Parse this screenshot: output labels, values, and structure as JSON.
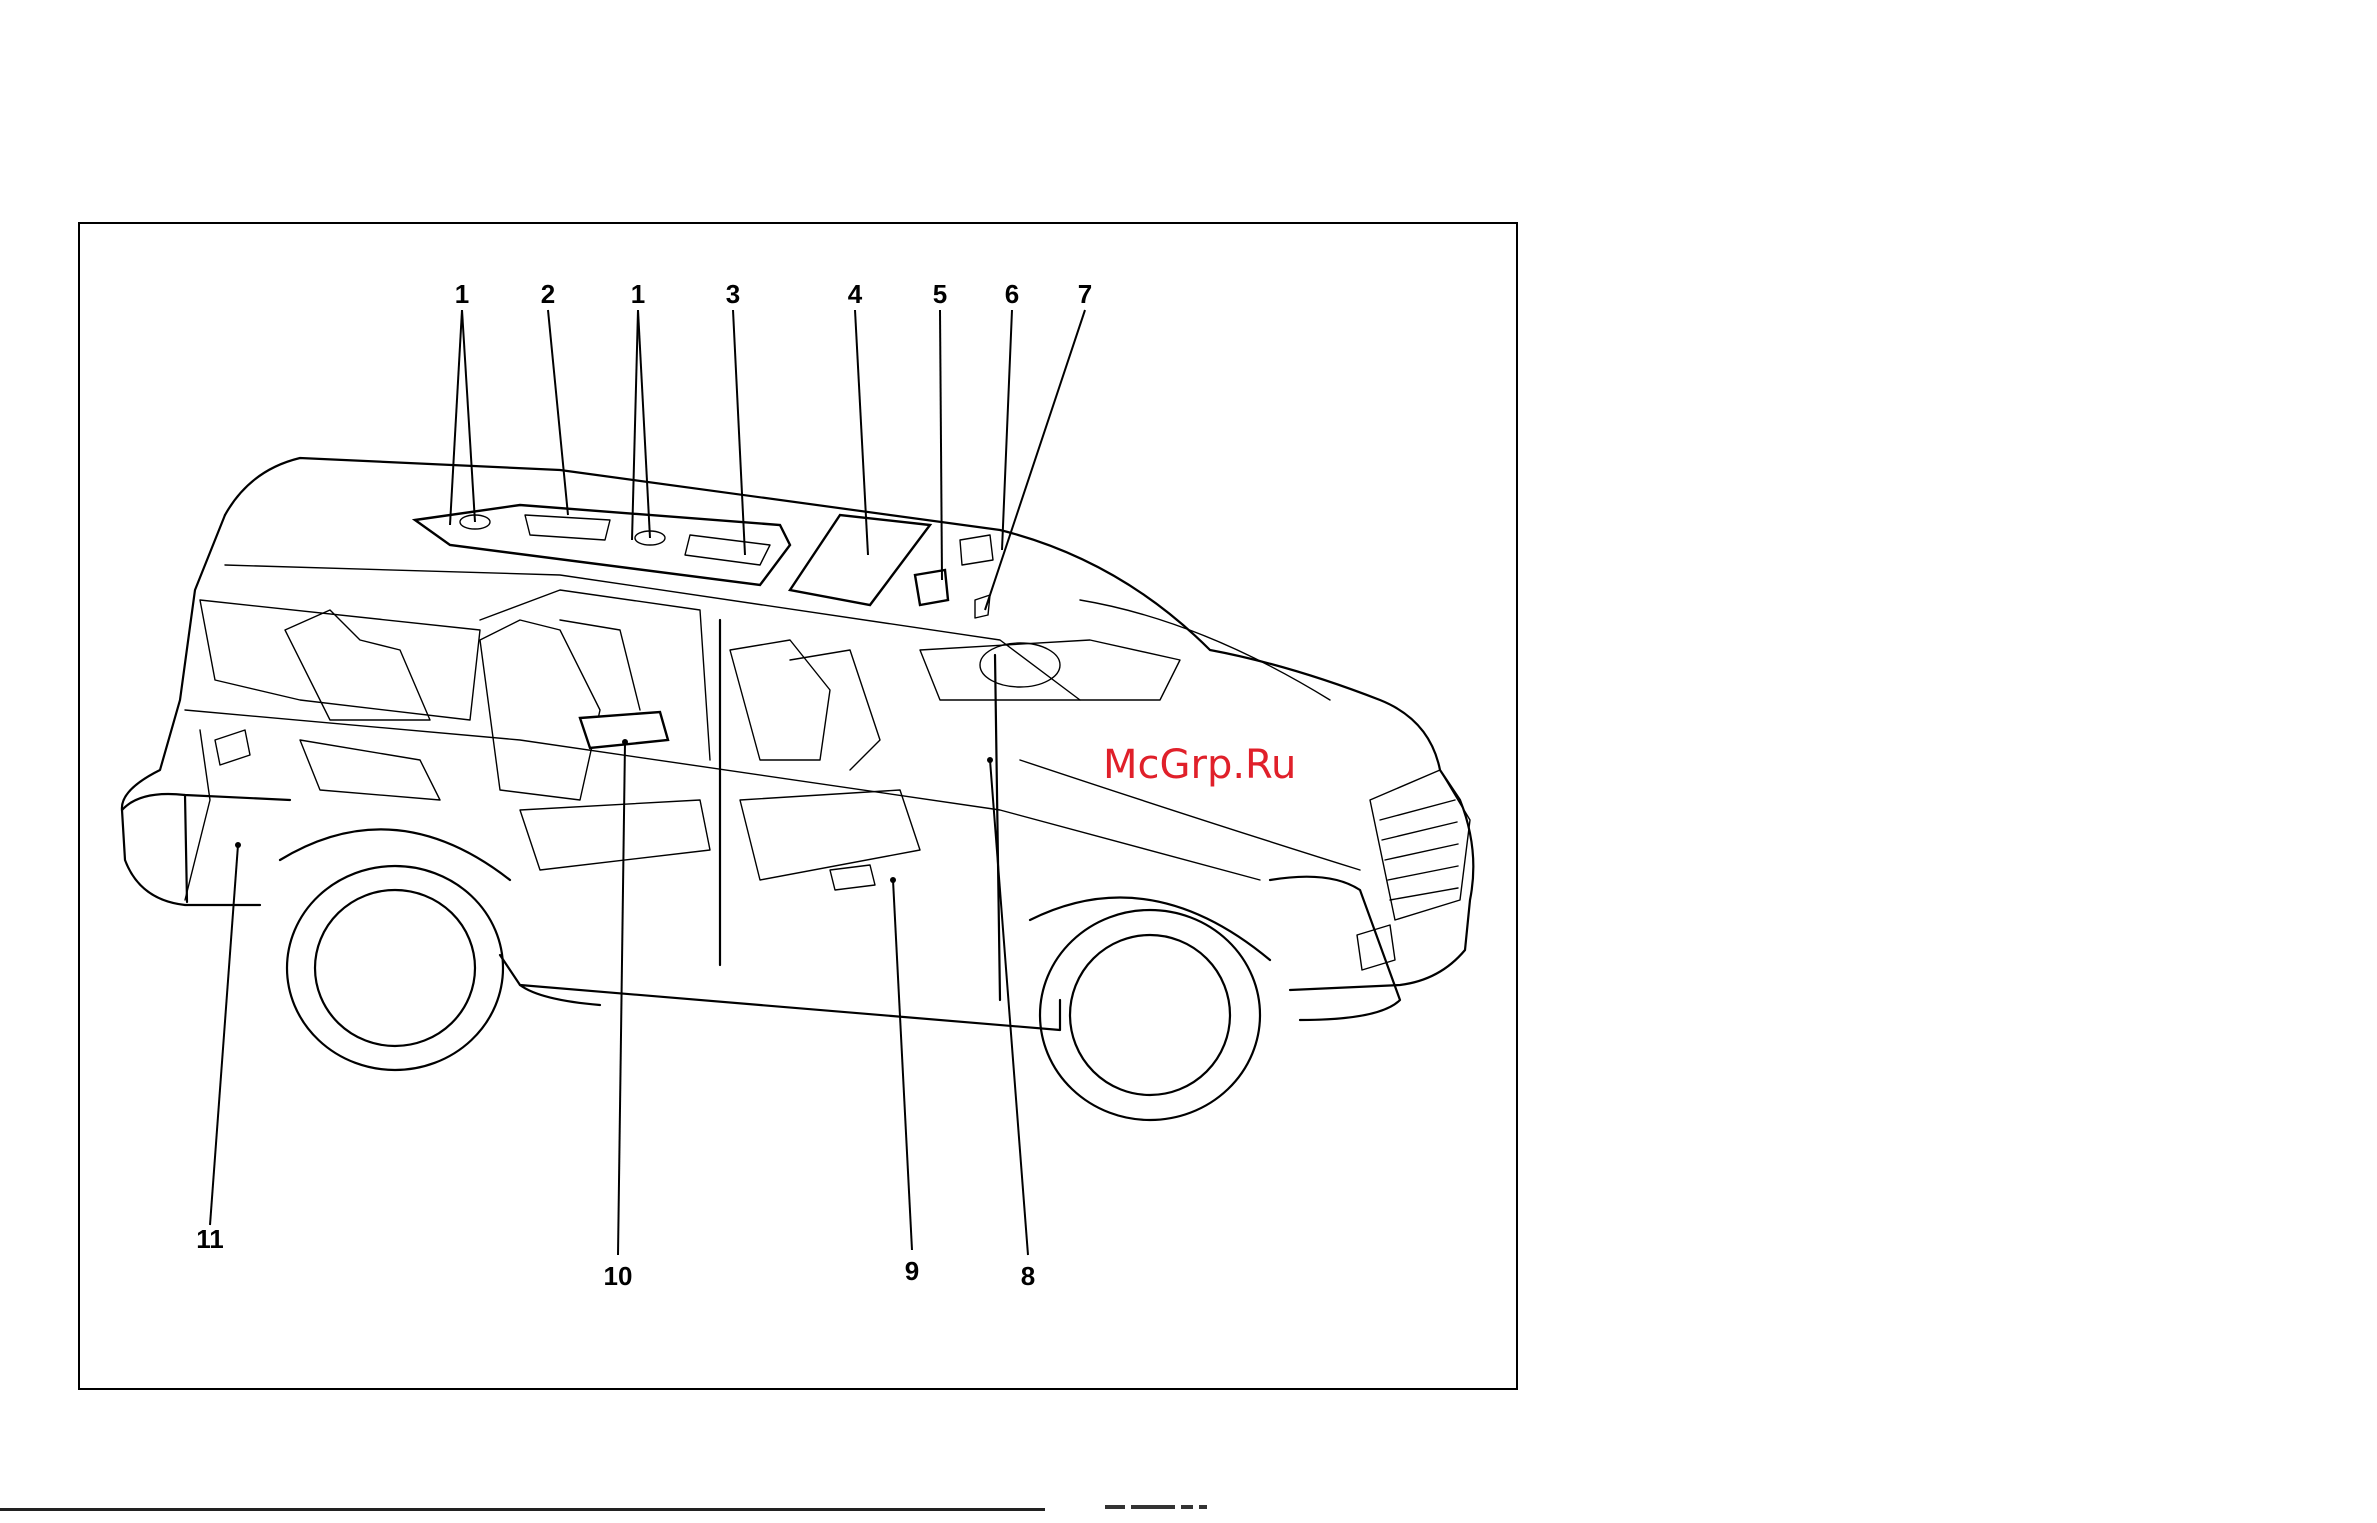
{
  "figure": {
    "callouts": [
      {
        "id": "c1a",
        "label": "1"
      },
      {
        "id": "c2",
        "label": "2"
      },
      {
        "id": "c1b",
        "label": "1"
      },
      {
        "id": "c3",
        "label": "3"
      },
      {
        "id": "c4",
        "label": "4"
      },
      {
        "id": "c5",
        "label": "5"
      },
      {
        "id": "c6",
        "label": "6"
      },
      {
        "id": "c7",
        "label": "7"
      },
      {
        "id": "c8",
        "label": "8"
      },
      {
        "id": "c9",
        "label": "9"
      },
      {
        "id": "c10",
        "label": "10"
      },
      {
        "id": "c11",
        "label": "11"
      }
    ],
    "watermark": "McGrp.Ru"
  },
  "colors": {
    "watermark": "#e0202a",
    "line": "#000000",
    "background": "#ffffff"
  }
}
